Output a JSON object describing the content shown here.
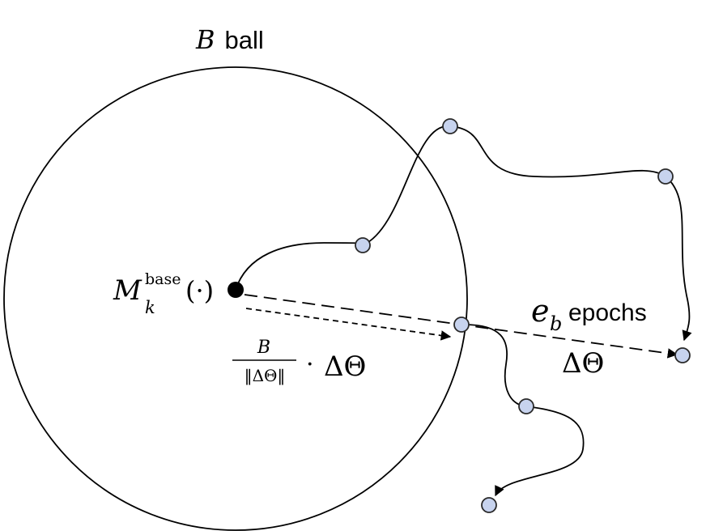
{
  "title": {
    "var": "B",
    "word": "ball"
  },
  "base_model": {
    "symbol": "M",
    "superscript": "base",
    "subscript": "k",
    "argument": "(·)"
  },
  "epochs_label": {
    "var": "e",
    "subscript": "b",
    "word": "epochs"
  },
  "delta_label": "ΔΘ",
  "projection_label": {
    "numerator": "B",
    "denominator": "‖ΔΘ‖",
    "operator": "·",
    "term": "ΔΘ"
  },
  "colors": {
    "node_fill": "#c7d3ee",
    "node_stroke": "#2a2a2a",
    "line": "#000000"
  }
}
